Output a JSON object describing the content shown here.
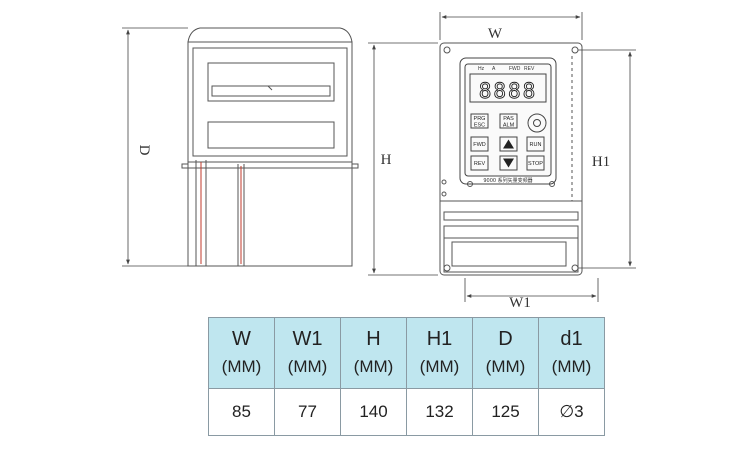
{
  "drawing": {
    "side_view": {
      "dim_label": "D"
    },
    "front_view": {
      "dim_labels": {
        "width": "W",
        "height": "H",
        "mount_height": "H1",
        "mount_width": "W1"
      },
      "led_labels": [
        "Hz",
        "A",
        "FWD",
        "REV"
      ],
      "display": "8888",
      "keys": [
        "PRG",
        "ESC",
        "PAS",
        "ALM",
        "FWD",
        "RUN",
        "REV",
        "STOP"
      ],
      "model_text": "9000 系列矢量变频器"
    }
  },
  "table": {
    "columns": [
      {
        "symbol": "W",
        "unit": "(MM)",
        "value": "85"
      },
      {
        "symbol": "W1",
        "unit": "(MM)",
        "value": "77"
      },
      {
        "symbol": "H",
        "unit": "(MM)",
        "value": "140"
      },
      {
        "symbol": "H1",
        "unit": "(MM)",
        "value": "132"
      },
      {
        "symbol": "D",
        "unit": "(MM)",
        "value": "125"
      },
      {
        "symbol": "d1",
        "unit": "(MM)",
        "value": "∅3"
      }
    ]
  },
  "colors": {
    "header_bg": "#bfe6ef",
    "line": "#555555",
    "accent_red": "#c0392b"
  }
}
